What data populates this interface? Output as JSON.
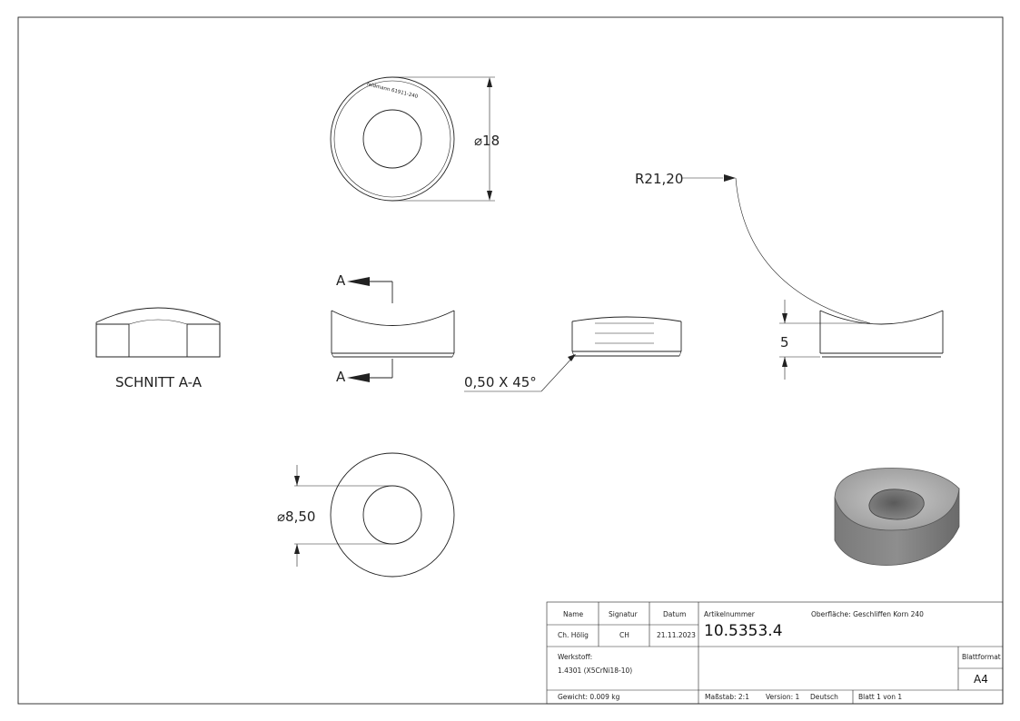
{
  "views": {
    "top_view": {
      "diameter_label": "⌀18",
      "engraving": "feldmann 61911-240"
    },
    "section": {
      "caption": "SCHNITT A-A",
      "marker_top": "A",
      "marker_bottom": "A"
    },
    "side_view": {
      "chamfer_label": "0,50 X 45°"
    },
    "right_view": {
      "radius_label": "R21,20",
      "height_label": "5"
    },
    "bottom_view": {
      "diameter_label": "⌀8,50"
    }
  },
  "title_block": {
    "col_name": "Name",
    "col_signatur": "Signatur",
    "col_datum": "Datum",
    "name": "Ch. Hölig",
    "signatur": "CH",
    "datum": "21.11.2023",
    "artikelnummer_label": "Artikelnummer",
    "artikelnummer": "10.5353.4",
    "oberflaeche": "Oberfläche: Geschliffen Korn 240",
    "werkstoff_label": "Werkstoff:",
    "werkstoff": "1.4301 (X5CrNi18-10)",
    "blattformat_label": "Blattformat",
    "blattformat": "A4",
    "gewicht": "Gewicht: 0.009 kg",
    "massstab": "Maßstab: 2:1",
    "version": "Version: 1",
    "sprache": "Deutsch",
    "blatt": "Blatt 1 von 1"
  }
}
